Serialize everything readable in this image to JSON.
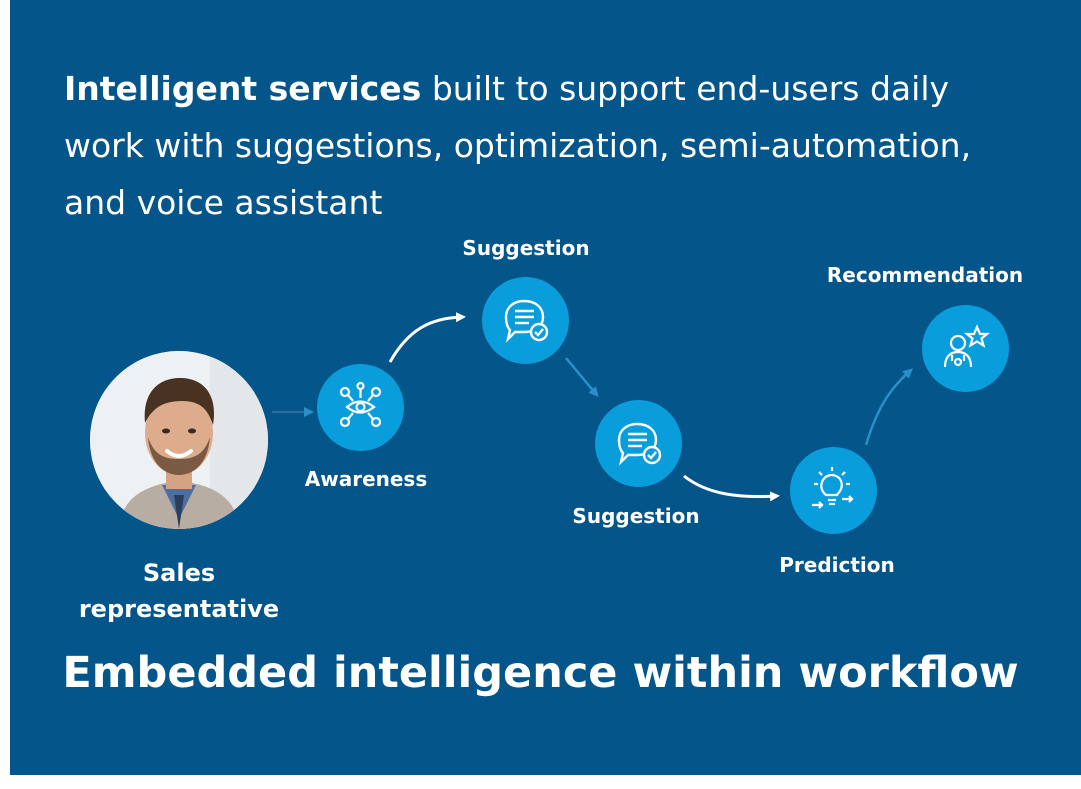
{
  "intro": {
    "bold": "Intelligent services",
    "rest_line1": " built to support end-users daily",
    "line2": "work with suggestions, optimization, semi-automation,",
    "line3": "and voice assistant"
  },
  "persona": {
    "line1": "Sales",
    "line2": "representative"
  },
  "steps": [
    {
      "label": "Awareness",
      "icon": "eye-network-icon"
    },
    {
      "label": "Suggestion",
      "icon": "chat-check-icon"
    },
    {
      "label": "Suggestion",
      "icon": "chat-check-icon"
    },
    {
      "label": "Prediction",
      "icon": "lightbulb-icon"
    },
    {
      "label": "Recommendation",
      "icon": "person-star-icon"
    }
  ],
  "headline": "Embedded intelligence within workflow",
  "colors": {
    "background": "#03558a",
    "node": "#0a9ddc",
    "text": "#ffffff",
    "arrow_dark": "#2b8fc7"
  }
}
